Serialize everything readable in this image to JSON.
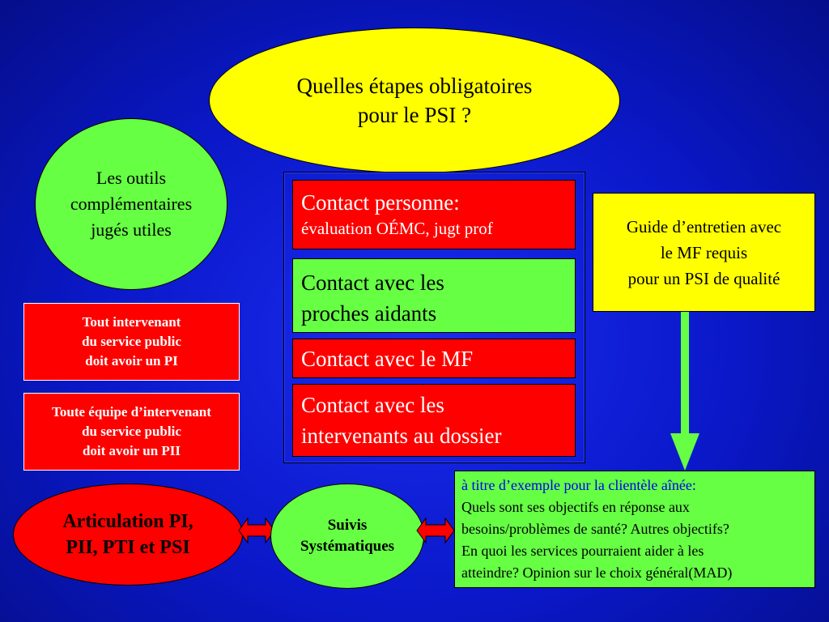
{
  "title_ellipse": {
    "lines": [
      "Quelles étapes obligatoires",
      "pour le PSI ?"
    ]
  },
  "tools_circle": {
    "lines": [
      "Les outils",
      "complémentaires",
      "jugés utiles"
    ]
  },
  "pi_box": {
    "lines": [
      "Tout intervenant",
      "du service public",
      "doit avoir un PI"
    ]
  },
  "pii_box": {
    "lines": [
      "Toute équipe d’intervenant",
      "du service public",
      "doit avoir un PII"
    ]
  },
  "articulation_ellipse": {
    "lines": [
      "Articulation PI,",
      "PII, PTI et PSI"
    ]
  },
  "suivis_ellipse": {
    "lines": [
      "Suivis",
      "Systématiques"
    ]
  },
  "steps": {
    "contact_personne": {
      "title": "Contact personne:",
      "sub": "évaluation OÉMC, jugt prof"
    },
    "contact_proches": {
      "lines": [
        "Contact avec les",
        "proches aidants"
      ]
    },
    "contact_mf": {
      "label": "Contact avec le MF"
    },
    "contact_intervenants": {
      "lines": [
        "Contact avec les",
        "intervenants au dossier"
      ]
    }
  },
  "guide_box": {
    "lines": [
      "Guide d’entretien avec",
      "le MF requis",
      "pour un PSI de qualité"
    ]
  },
  "example_box": {
    "header": "à titre d’exemple pour la clientèle aînée:",
    "lines": [
      "Quels sont ses objectifs en réponse aux",
      "besoins/problèmes de santé? Autres objectifs?",
      "En quoi les services pourraient aider à les",
      "atteindre? Opinion sur le choix général(MAD)"
    ]
  },
  "colors": {
    "red": "#ff0000",
    "green": "#66ff44",
    "yellow": "#ffff00",
    "background": "#0a18c8"
  }
}
